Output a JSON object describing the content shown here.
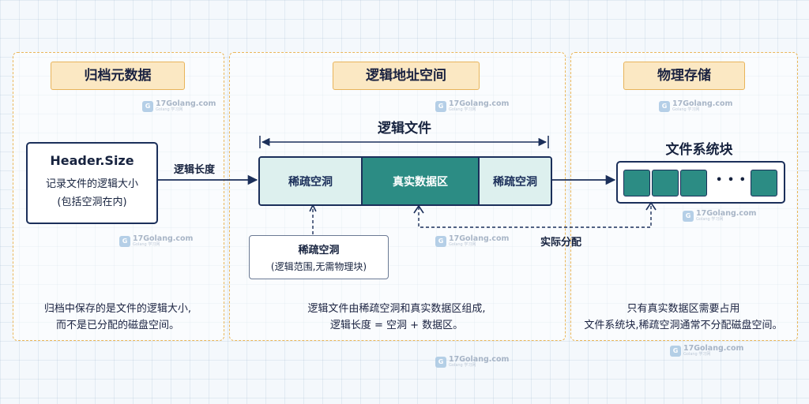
{
  "panels": {
    "metadata": {
      "title": "归档元数据",
      "header_box": {
        "title": "Header.Size",
        "line1": "记录文件的逻辑大小",
        "line2": "(包括空洞在内)"
      },
      "note": {
        "line1": "归档中保存的是文件的逻辑大小,",
        "line2": "而不是已分配的磁盘空间。"
      }
    },
    "logical": {
      "title": "逻辑地址空间",
      "file_label": "逻辑文件",
      "segments": {
        "left": "稀疏空洞",
        "middle": "真实数据区",
        "right": "稀疏空洞"
      },
      "hole_box": {
        "line1": "稀疏空洞",
        "line2": "(逻辑范围,无需物理块)"
      },
      "note": {
        "line1": "逻辑文件由稀疏空洞和真实数据区组成,",
        "line2": "逻辑长度 = 空洞 + 数据区。"
      }
    },
    "physical": {
      "title": "物理存储",
      "blocks_label": "文件系统块",
      "ellipsis": "• • •",
      "note": {
        "line1": "只有真实数据区需要占用",
        "line2": "文件系统块,稀疏空洞通常不分配磁盘空间。"
      }
    }
  },
  "arrows": {
    "logical_length": "逻辑长度",
    "actual_allocation": "实际分配"
  },
  "watermark": {
    "icon": "G",
    "text": "17Golang.com",
    "sub": "Golang 学习网"
  },
  "colors": {
    "accent_teal": "#2c8c84",
    "light_teal": "#ddf0ee",
    "title_fill": "#fbe8c3",
    "panel_border": "#eab659",
    "navy": "#1b2f5a"
  }
}
